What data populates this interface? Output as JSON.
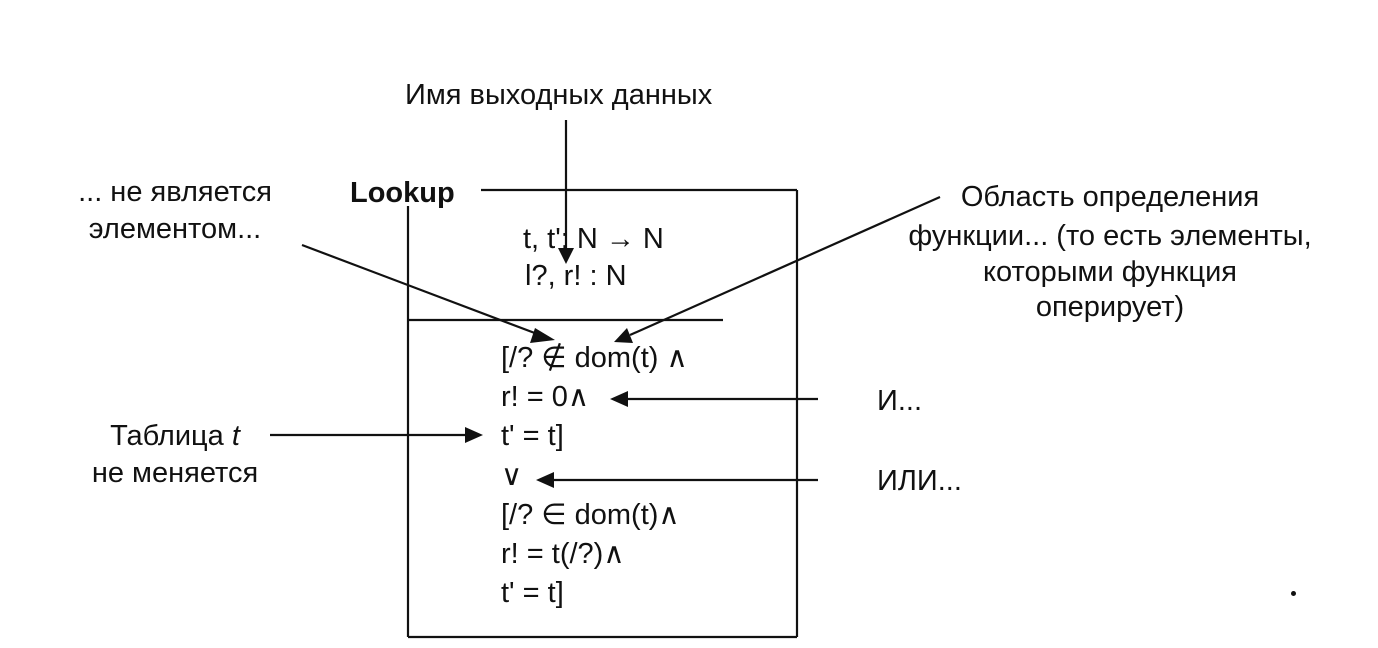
{
  "schema": {
    "name": "Lookup",
    "declarations": [
      "t, t': N → N",
      "l?, r! : N"
    ],
    "predicate": [
      "[/? ∉ dom(t) ∧",
      "r! = 0∧",
      "t' = t]",
      "∨",
      "[/? ∈ dom(t)∧",
      "r! = t(/?)∧",
      "t' = t]"
    ]
  },
  "annotations": {
    "output_name": "Имя выходных данных",
    "not_element_line1": "... не является",
    "not_element_line2": "элементом...",
    "domain_line1": "Область определения",
    "domain_line2": "функции... (то есть элементы,",
    "domain_line3": "которыми функция",
    "domain_line4": "оперирует)",
    "and": "И...",
    "or": "ИЛИ...",
    "table_line1_prefix": "Таблица ",
    "table_line1_var": "t",
    "table_line2": "не меняется"
  }
}
